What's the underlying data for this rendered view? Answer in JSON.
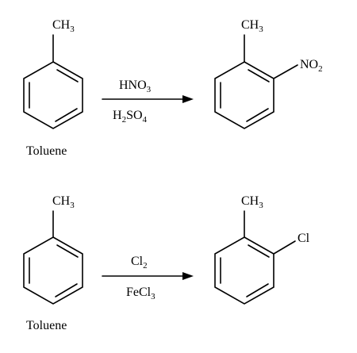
{
  "reactions": [
    {
      "reactant": {
        "substituent": {
          "main": "CH",
          "sub": "3"
        },
        "name": "Toluene"
      },
      "reagents": {
        "top": {
          "main": "HNO",
          "sub": "3"
        },
        "bottom": {
          "main1": "H",
          "sub1": "2",
          "main2": "SO",
          "sub2": "4"
        }
      },
      "product": {
        "substituent1": {
          "main": "CH",
          "sub": "3"
        },
        "substituent2": {
          "main": "NO",
          "sub": "2"
        }
      }
    },
    {
      "reactant": {
        "substituent": {
          "main": "CH",
          "sub": "3"
        },
        "name": "Toluene"
      },
      "reagents": {
        "top": {
          "main": "Cl",
          "sub": "2"
        },
        "bottom": {
          "main": "FeCl",
          "sub": "3"
        }
      },
      "product": {
        "substituent1": {
          "main": "CH",
          "sub": "3"
        },
        "substituent2": {
          "main": "Cl"
        }
      }
    }
  ]
}
